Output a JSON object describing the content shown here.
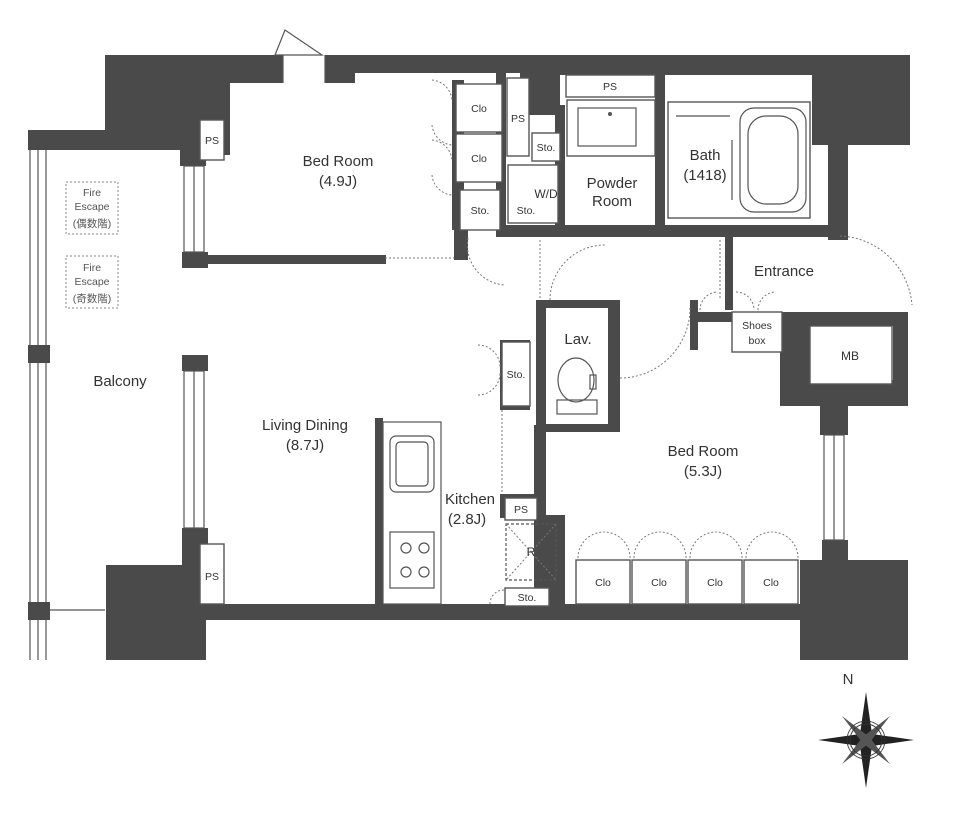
{
  "rooms": {
    "bed_room_1": {
      "name": "Bed Room",
      "size": "(4.9J)"
    },
    "bed_room_2": {
      "name": "Bed Room",
      "size": "(5.3J)"
    },
    "living_dining": {
      "name": "Living Dining",
      "size": "(8.7J)"
    },
    "kitchen": {
      "name": "Kitchen",
      "size": "(2.8J)"
    },
    "powder_room": {
      "line1": "Powder",
      "line2": "Room"
    },
    "bath": {
      "name": "Bath",
      "size": "(1418)"
    },
    "entrance": "Entrance",
    "balcony": "Balcony",
    "lav": "Lav.",
    "shoes_box": {
      "line1": "Shoes",
      "line2": "box"
    },
    "mb": "MB",
    "wd": "W/D"
  },
  "fixtures": {
    "ps": "PS",
    "clo": "Clo",
    "sto": "Sto.",
    "r": "R"
  },
  "fire_escape": {
    "line1": "Fire",
    "line2": "Escape",
    "even": "(偶数階)",
    "odd": "(奇数階)"
  },
  "compass": {
    "north": "N"
  },
  "colors": {
    "wall": "#4a4a4a",
    "line": "#555555",
    "background": "#ffffff"
  }
}
